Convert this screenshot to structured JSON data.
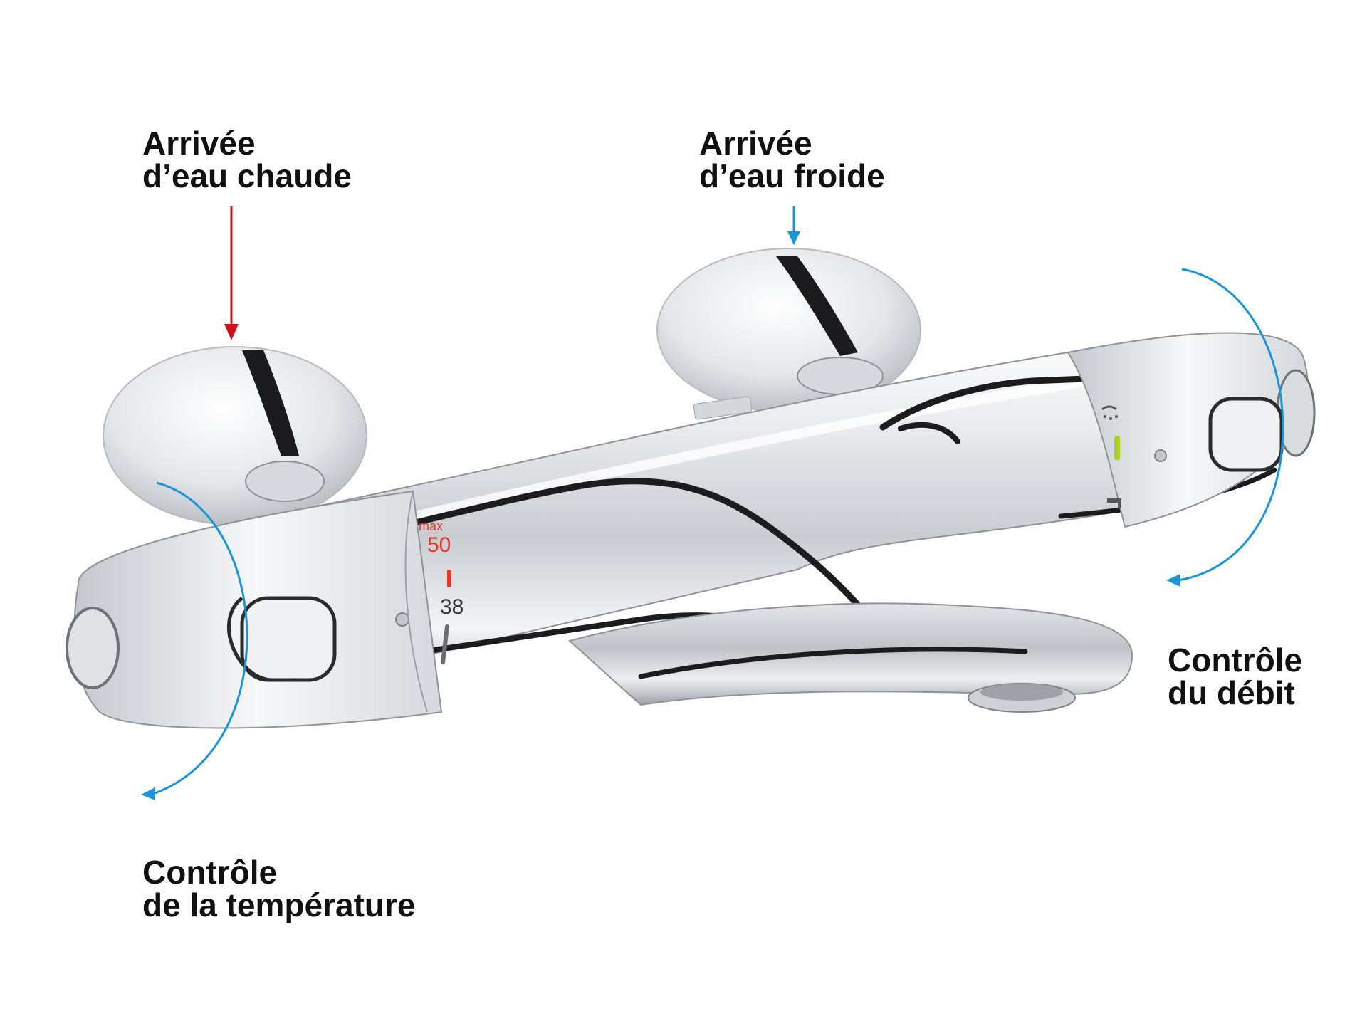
{
  "labels": {
    "hot_inlet": {
      "line1": "Arrivée",
      "line2": "d’eau chaude"
    },
    "cold_inlet": {
      "line1": "Arrivée",
      "line2": "d’eau froide"
    },
    "flow_control": {
      "line1": "Contrôle",
      "line2": "du débit"
    },
    "temperature_control": {
      "line1": "Contrôle",
      "line2": "de la température"
    }
  },
  "scale": {
    "max_label": "max",
    "max_value": "50",
    "default_value": "38"
  },
  "colors": {
    "hot_arrow": "#d2101e",
    "cold_arrow": "#1a95d8",
    "rotation_arrows": "#1a95d8",
    "scale_red": "#e8372b",
    "flow_indicator": "#a6cf2a"
  },
  "icons": [
    "shower-icon",
    "bath-spout-icon"
  ]
}
